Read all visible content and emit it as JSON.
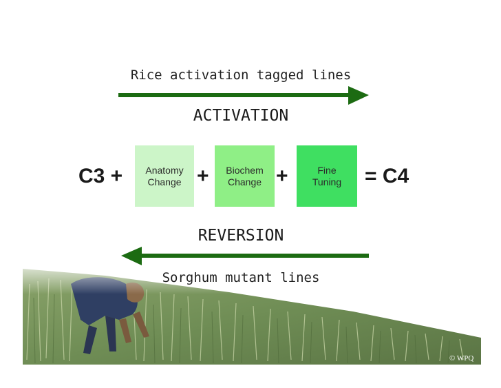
{
  "diagram": {
    "top_arrow_label": "Rice activation tagged lines",
    "activation_label": "ACTIVATION",
    "reversion_label": "REVERSION",
    "bottom_arrow_label": "Sorghum mutant lines",
    "left_term": "C3 +",
    "right_term": "= C4",
    "plus_1": "+",
    "plus_2": "+",
    "boxes": [
      {
        "label": "Anatomy\nChange",
        "color": "#ccf5c8"
      },
      {
        "label": "Biochem\nChange",
        "color": "#8fef86"
      },
      {
        "label": "Fine\nTuning",
        "color": "#3fdf61"
      }
    ],
    "arrow_color": "#1c6b12"
  },
  "photo": {
    "credit": "© WPQ"
  }
}
